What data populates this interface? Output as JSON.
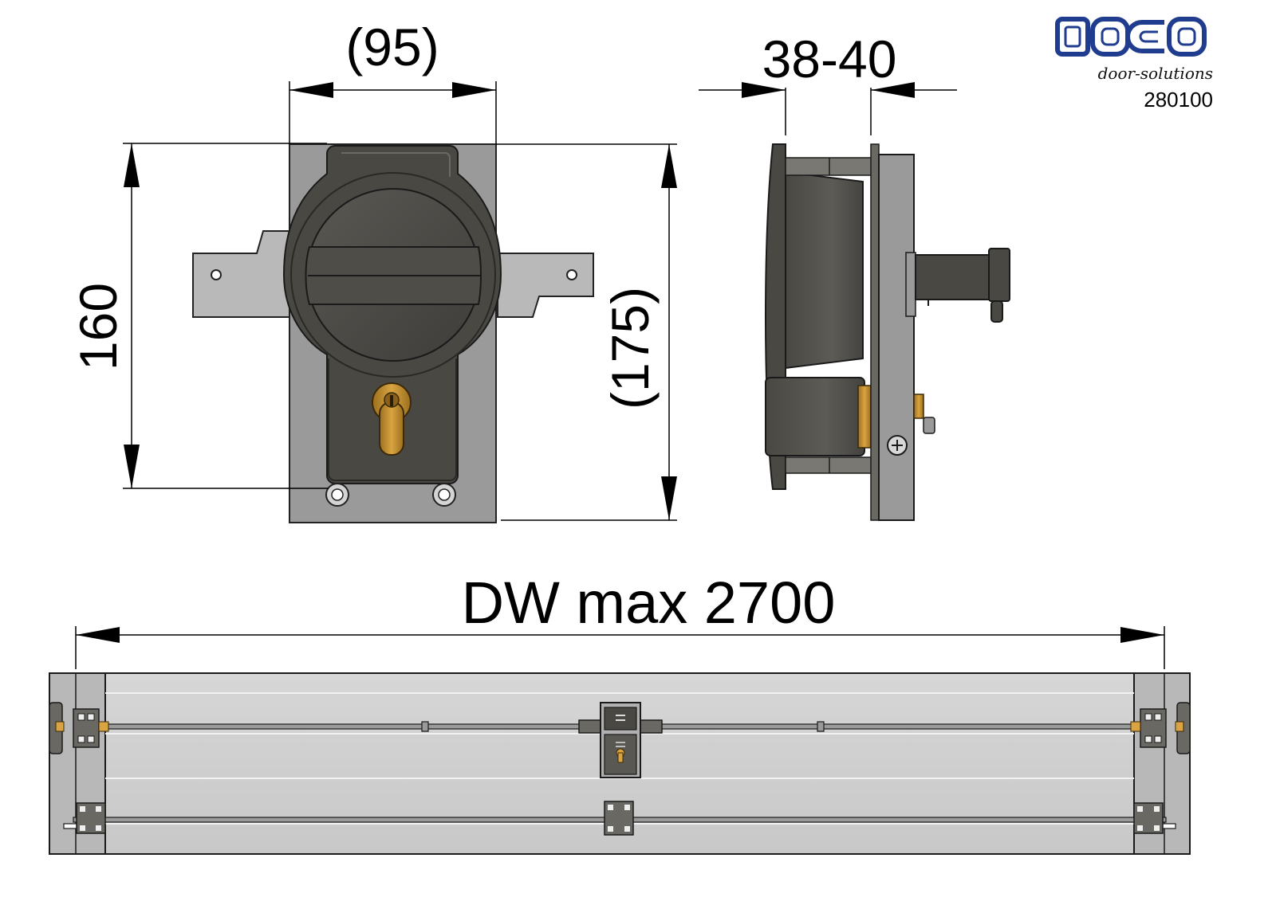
{
  "logo": {
    "brand": "DOCO",
    "tagline": "door-solutions",
    "code": "280100",
    "brand_color": "#1f3c8f"
  },
  "dimensions": {
    "width_front": "(95)",
    "thickness": "38-40",
    "height_handle": "160",
    "height_plate": "(175)",
    "door_width": "DW max 2700"
  },
  "colors": {
    "plate": "#9a9a9a",
    "handle": "#4a4843",
    "cylinder": "#b8862a",
    "door_panel": "#d0d0d0"
  }
}
